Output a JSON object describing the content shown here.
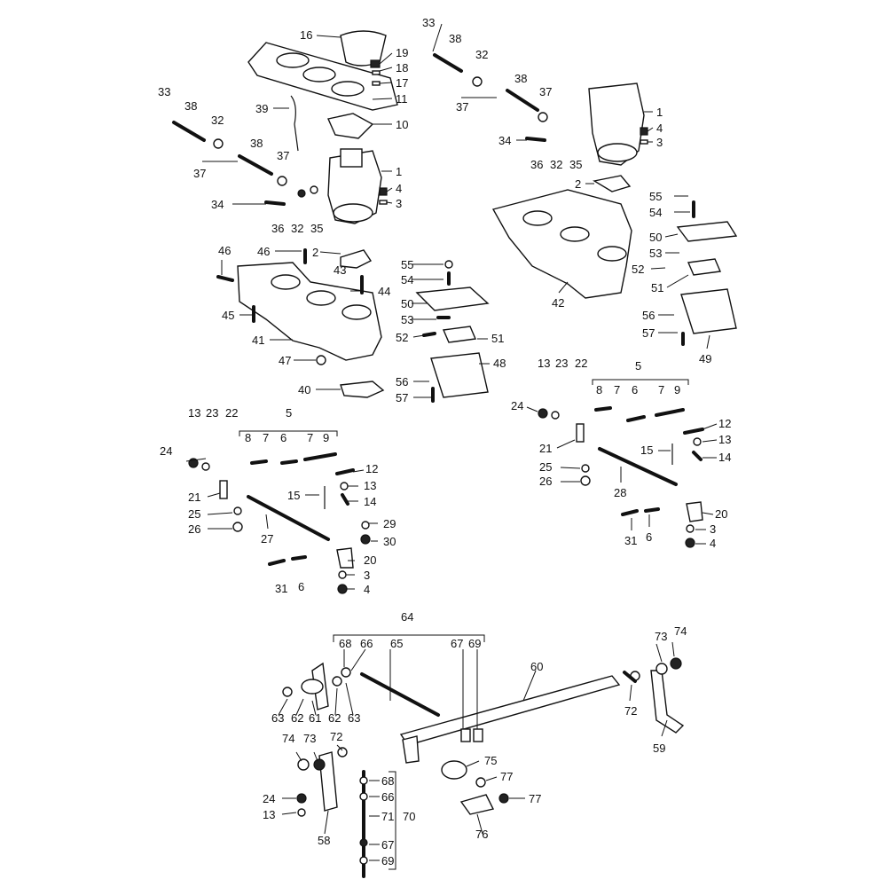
{
  "labels": {
    "n1": "1",
    "n2": "2",
    "n3": "3",
    "n4": "4",
    "n5": "5",
    "n6": "6",
    "n7": "7",
    "n8": "8",
    "n9": "9",
    "n10": "10",
    "n11": "11",
    "n12": "12",
    "n13": "13",
    "n14": "14",
    "n15": "15",
    "n16": "16",
    "n17": "17",
    "n18": "18",
    "n19": "19",
    "n20": "20",
    "n21": "21",
    "n22": "22",
    "n23": "23",
    "n24": "24",
    "n25": "25",
    "n26": "26",
    "n27": "27",
    "n28": "28",
    "n29": "29",
    "n30": "30",
    "n31": "31",
    "n32": "32",
    "n33": "33",
    "n34": "34",
    "n35": "35",
    "n36": "36",
    "n37": "37",
    "n38": "38",
    "n39": "39",
    "n40": "40",
    "n41": "41",
    "n42": "42",
    "n43": "43",
    "n44": "44",
    "n45": "45",
    "n46": "46",
    "n47": "47",
    "n48": "48",
    "n49": "49",
    "n50": "50",
    "n51": "51",
    "n52": "52",
    "n53": "53",
    "n54": "54",
    "n55": "55",
    "n56": "56",
    "n57": "57",
    "n58": "58",
    "n59": "59",
    "n60": "60",
    "n61": "61",
    "n62": "62",
    "n63": "63",
    "n64": "64",
    "n65": "65",
    "n66": "66",
    "n67": "67",
    "n68": "68",
    "n69": "69",
    "n70": "70",
    "n71": "71",
    "n72": "72",
    "n73": "73",
    "n74": "74",
    "n75": "75",
    "n76": "76",
    "n77": "77"
  }
}
